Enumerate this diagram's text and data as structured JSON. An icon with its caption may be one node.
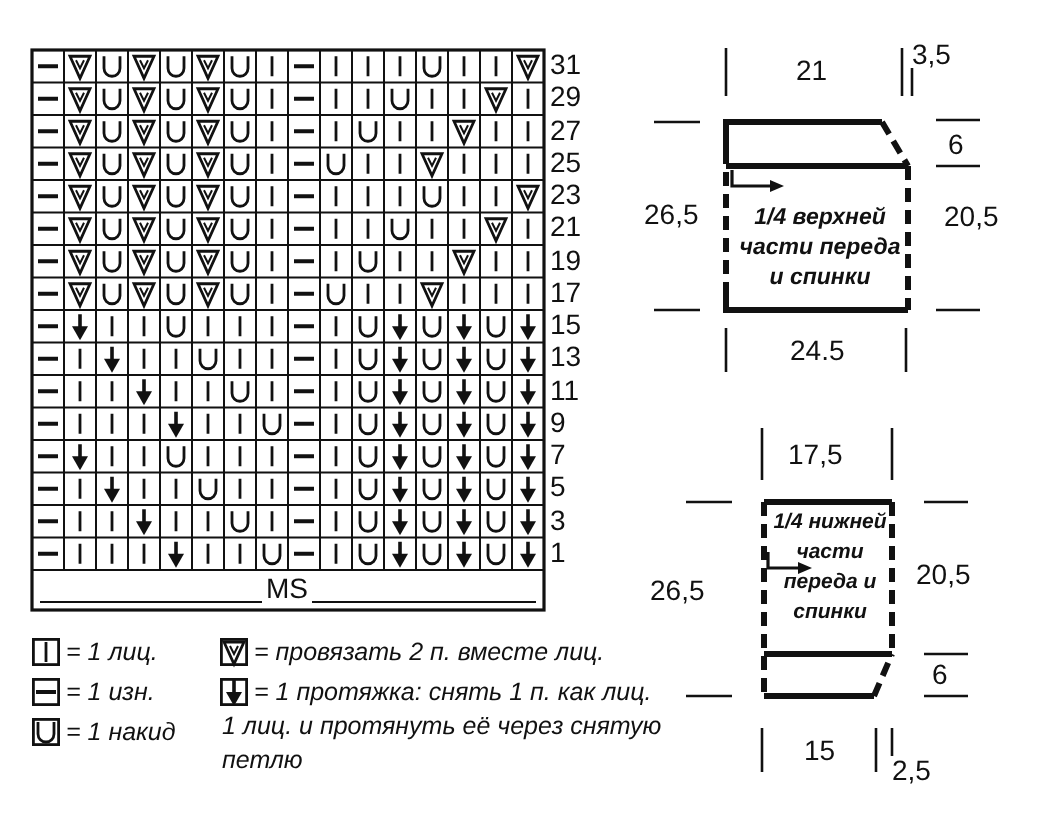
{
  "diagram": {
    "nodes": [
      {
        "text": [
          "1/4 верхней части переда и спинки"
        ]
      },
      {
        "text": [
          "1/4 нижней части переда и спинки"
        ]
      }
    ],
    "labels": [
      "31",
      "29",
      "27",
      "25",
      "23",
      "21",
      "19",
      "17",
      "15",
      "13",
      "11",
      "9",
      "7",
      "5",
      "3",
      "1",
      "MS",
      "21",
      "3,5",
      "6",
      "26,5",
      "20,5",
      "24.5",
      "17,5",
      "26,5",
      "20,5",
      "6",
      "15",
      "2,5"
    ],
    "legend": [
      {
        "text": "= 1 лиц."
      },
      {
        "text": "= 1 изн."
      },
      {
        "text": "= 1 накид"
      },
      {
        "text": "= провязать 2 п. вместе лиц."
      },
      {
        "text": "= 1 протяжка: снять 1 п. как лиц. 1 лиц. и протянуть её через снятую петлю"
      }
    ]
  }
}
